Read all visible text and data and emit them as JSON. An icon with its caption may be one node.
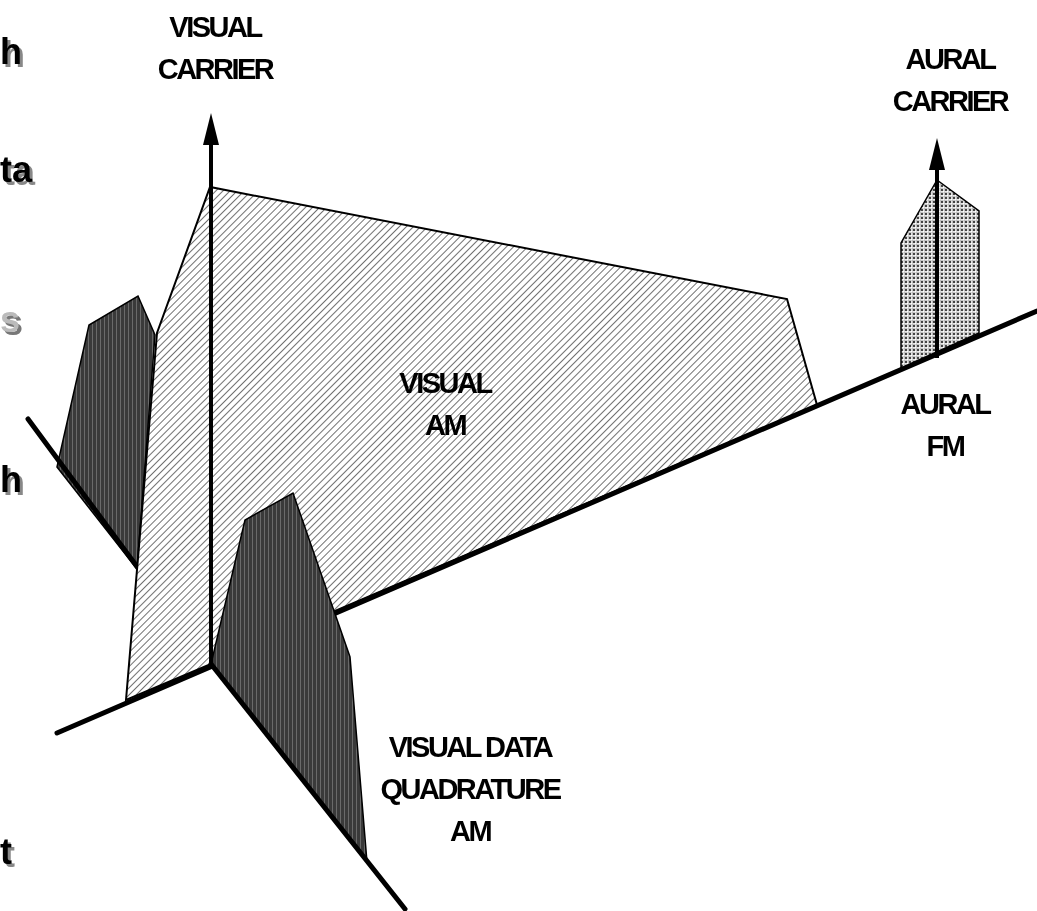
{
  "diagram": {
    "nodes": [
      {
        "text": [
          "VISUAL AM"
        ]
      }
    ],
    "labels": [
      "h",
      "VISUAL CARRIER",
      "AURAL CARRIER",
      "ta",
      "s",
      "AURAL FM",
      "h",
      "VISUAL DATA QUADRATURE AM",
      "t"
    ]
  }
}
